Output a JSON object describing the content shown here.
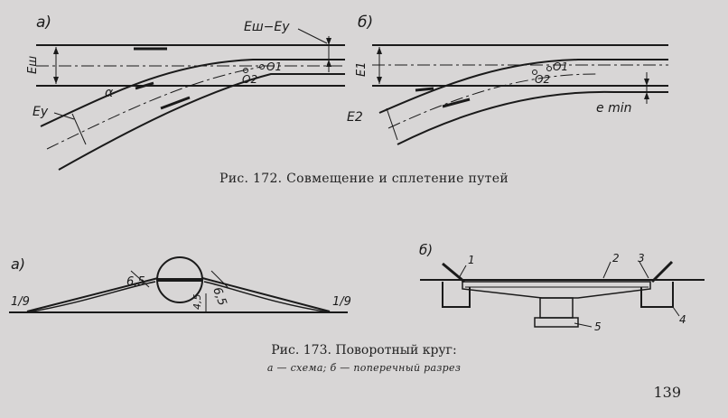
{
  "figure172": {
    "panel_a_label": "а)",
    "panel_b_label": "б)",
    "label_Esh": "Eш",
    "label_Esh_minus_Ey": "Eш−Eу",
    "label_Ey": "Eу",
    "label_alpha": "α",
    "label_O1": "O1",
    "label_O2": "O2",
    "label_E1": "E1",
    "label_E2": "E2",
    "label_emin": "e min",
    "caption": "Рис. 172. Совмещение и сплетение путей"
  },
  "figure173": {
    "panel_a_label": "а)",
    "panel_b_label": "б)",
    "grade_left": "1/9",
    "grade_right": "1/9",
    "dim_left": "6,5",
    "dim_right": "6,5",
    "dim_center": "4,5",
    "part1": "1",
    "part2": "2",
    "part3": "3",
    "part4": "4",
    "part5": "5",
    "caption": "Рис. 173. Поворотный круг:",
    "subcaption": "а — схема; б — поперечный разрез"
  },
  "page_number": "139"
}
